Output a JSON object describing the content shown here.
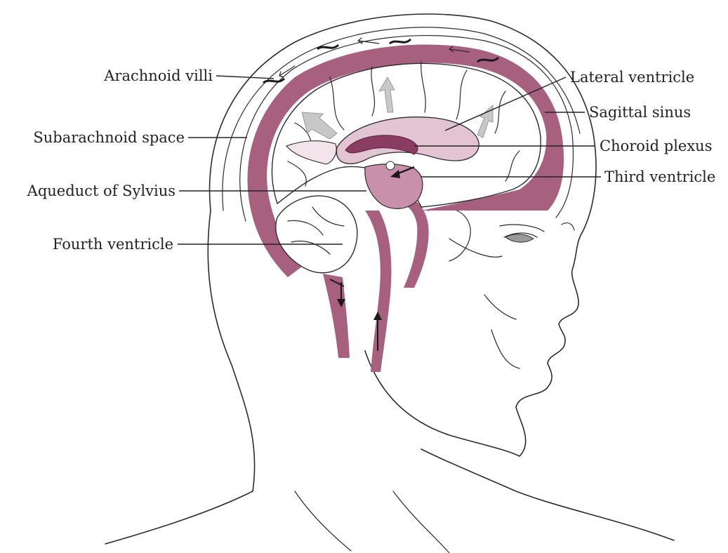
{
  "labels": {
    "arachnoid_villi": "Arachnoid villi",
    "subarachnoid_space": "Subarachnoid space",
    "aqueduct_of_sylvius": "Aqueduct of Sylvius",
    "fourth_ventricle": "Fourth ventricle",
    "lateral_ventricle": "Lateral ventricle",
    "sagittal_sinus": "Sagittal sinus",
    "choroid_plexus": "Choroid plexus",
    "third_ventricle": "Third ventricle"
  },
  "colors": {
    "csf_band": "#a8607f",
    "ventricle": "#e2c4d2",
    "plexus": "#8a3c62",
    "brain": "#ffffff",
    "outline": "#2b2b2b",
    "flow_arrow_gray": "#c8c8c8",
    "flow_arrow_black": "#1a1a1a"
  }
}
